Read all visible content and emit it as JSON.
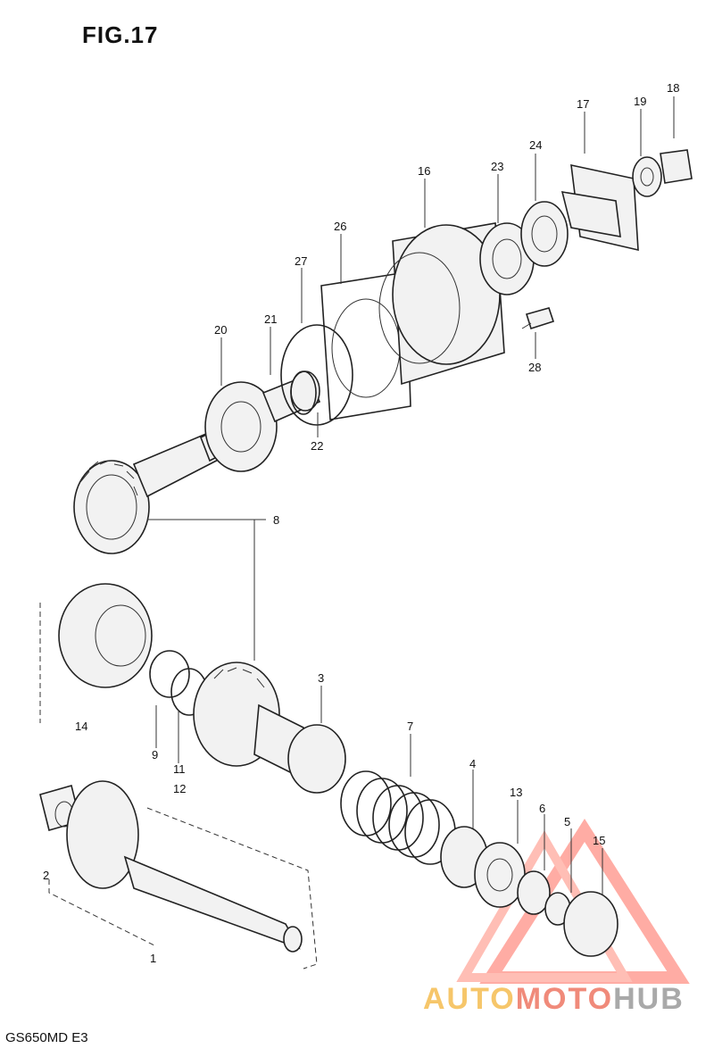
{
  "figure_title": "FIG.17",
  "model_code": "GS650MD E3",
  "watermark": {
    "part1": "AUTO",
    "part2": "MOTO",
    "part3": "HUB"
  },
  "callouts": [
    "1",
    "2",
    "3",
    "4",
    "5",
    "6",
    "7",
    "8",
    "9",
    "11",
    "12",
    "13",
    "14",
    "15",
    "16",
    "17",
    "18",
    "19",
    "20",
    "21",
    "22",
    "23",
    "24",
    "26",
    "27",
    "28"
  ]
}
